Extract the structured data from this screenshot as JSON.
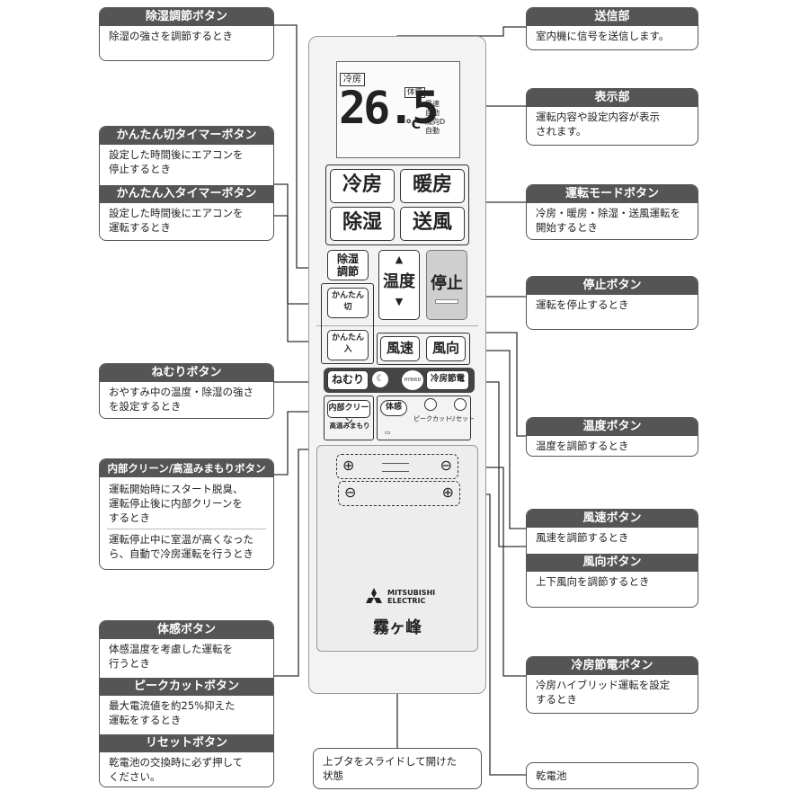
{
  "callouts": {
    "dehumid_adjust": {
      "title": "除湿調節ボタン",
      "desc": "除湿の強さを調節するとき"
    },
    "off_timer": {
      "title": "かんたん切タイマーボタン",
      "desc": "設定した時間後にエアコンを\n停止するとき"
    },
    "on_timer": {
      "title": "かんたん入タイマーボタン",
      "desc": "設定した時間後にエアコンを\n運転するとき"
    },
    "sleep": {
      "title": "ねむりボタン",
      "desc": "おやすみ中の温度・除湿の強さ\nを設定するとき"
    },
    "inner_clean": {
      "title": "内部クリーン/高温みまもりボタン",
      "desc1": "運転開始時にスタート脱臭、\n運転停止後に内部クリーンを\nするとき",
      "desc2": "運転停止中に室温が高くなった\nら、自動で冷房運転を行うとき"
    },
    "body_feel": {
      "title": "体感ボタン",
      "desc": "体感温度を考慮した運転を\n行うとき"
    },
    "peak_cut": {
      "title": "ピークカットボタン",
      "desc": "最大電流値を約25%抑えた\n運転をするとき"
    },
    "reset": {
      "title": "リセットボタン",
      "desc": "乾電池の交換時に必ず押して\nください。"
    },
    "transmitter": {
      "title": "送信部",
      "desc": "室内機に信号を送信します。"
    },
    "display": {
      "title": "表示部",
      "desc": "運転内容や設定内容が表示\nされます。"
    },
    "mode": {
      "title": "運転モードボタン",
      "desc": "冷房・暖房・除湿・送風運転を\n開始するとき"
    },
    "stop": {
      "title": "停止ボタン",
      "desc": "運転を停止するとき"
    },
    "temp": {
      "title": "温度ボタン",
      "desc": "温度を調節するとき"
    },
    "fan_speed": {
      "title": "風速ボタン",
      "desc": "風速を調節するとき"
    },
    "direction": {
      "title": "風向ボタン",
      "desc": "上下風向を調節するとき"
    },
    "power_save": {
      "title": "冷房節電ボタン",
      "desc": "冷房ハイブリッド運転を設定\nするとき"
    },
    "cover": {
      "desc": "上ブタをスライドして開けた\n状態"
    },
    "battery": {
      "desc": "乾電池"
    }
  },
  "remote": {
    "lcd": {
      "mode": "冷房",
      "temp": "26.5",
      "unit": "℃",
      "taikan": "体感",
      "status": [
        "風速",
        "自動",
        "風向",
        "自動"
      ],
      "status_sym": "D"
    },
    "buttons": {
      "cool": "冷房",
      "heat": "暖房",
      "dry": "除湿",
      "fan": "送風",
      "dry_adjust": "除湿\n調節",
      "temp": "温度",
      "stop": "停止",
      "off_timer": "かんたん\n切",
      "on_timer": "かんたん\n入",
      "speed": "風速",
      "direction": "風向",
      "sleep": "ねむり",
      "hybrid": "HYBRID",
      "power_save": "冷房節電",
      "clean": "内部クリーン",
      "clean_sub": "高温みまもり",
      "taikan": "体感",
      "peak_cut": "ピークカット",
      "reset": "リセット"
    },
    "brand": "MITSUBISHI\nELECTRIC",
    "logo_text": "霧ヶ峰"
  }
}
